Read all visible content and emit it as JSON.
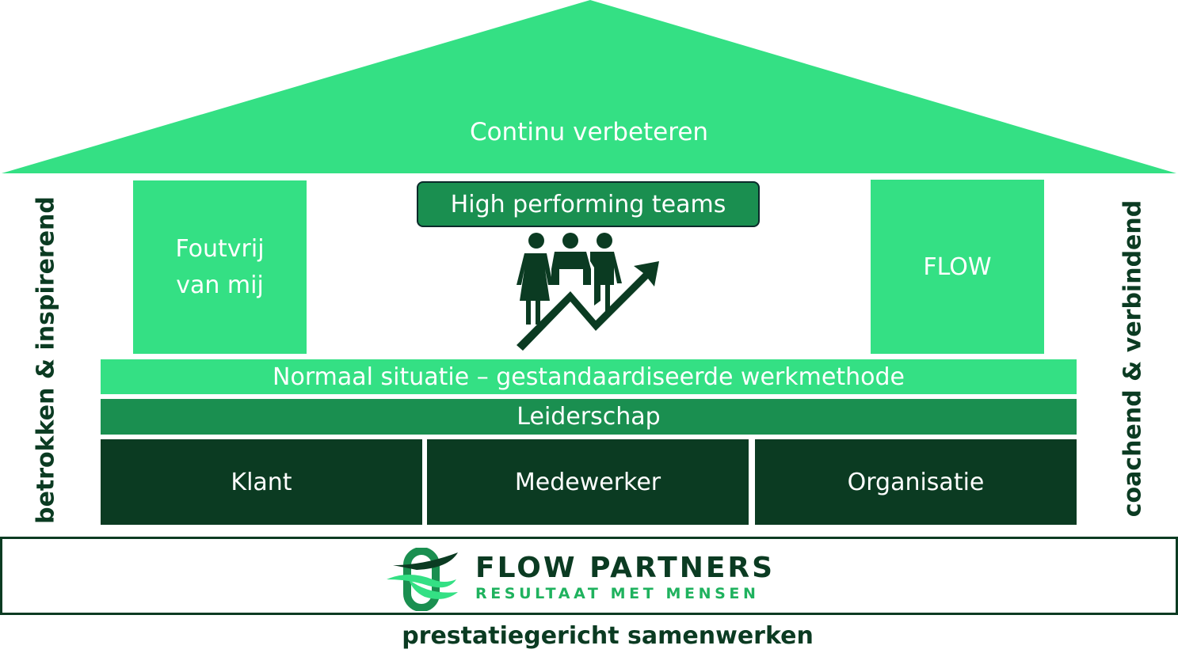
{
  "roof": {
    "label": "Continu verbeteren"
  },
  "pillars": {
    "left": {
      "line1": "Foutvrij",
      "line2": "van mij"
    },
    "center": {
      "label": "High performing teams",
      "icon": "team-growth-icon"
    },
    "right": {
      "label": "FLOW"
    }
  },
  "bars": {
    "normaal": "Normaal situatie – gestandaardiseerde werkmethode",
    "leiderschap": "Leiderschap"
  },
  "foundation": [
    "Klant",
    "Medewerker",
    "Organisatie"
  ],
  "sides": {
    "left": "betrokken & inspirerend",
    "right": "coachend & verbindend"
  },
  "logo": {
    "name": "FLOW PARTNERS",
    "tagline": "RESULTAAT MET MENSEN"
  },
  "footer": {
    "tagline": "prestatiegericht samenwerken"
  },
  "colors": {
    "light": "#34E084",
    "mid": "#1A8F50",
    "dark": "#0B3B22"
  }
}
